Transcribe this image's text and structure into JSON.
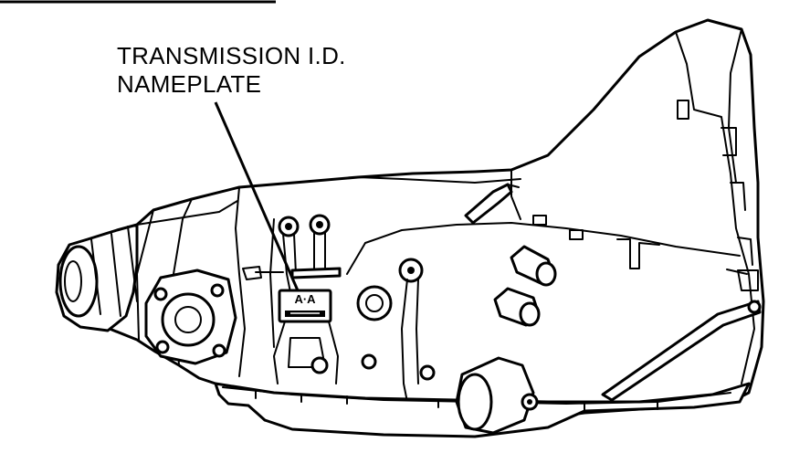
{
  "callout": {
    "line1": "TRANSMISSION I.D.",
    "line2": "NAMEPLATE"
  },
  "nameplate": {
    "code": "A·A"
  },
  "colors": {
    "ink": "#000000",
    "paper": "#ffffff"
  }
}
